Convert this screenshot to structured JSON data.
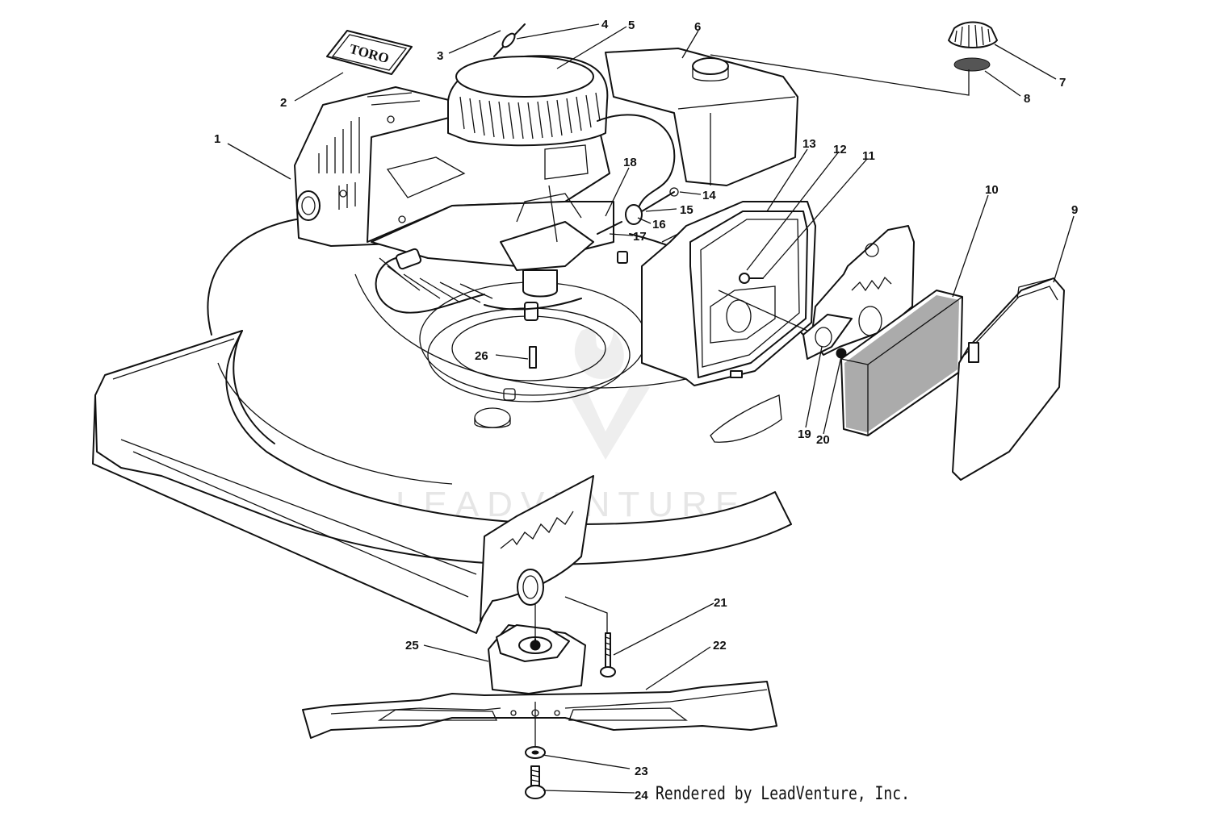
{
  "diagram": {
    "logo_text": "TORO",
    "watermark_text": "LEADVENTURE",
    "credit_text": "Rendered by LeadVenture, Inc.",
    "callouts": [
      {
        "id": "1",
        "label": "1"
      },
      {
        "id": "2",
        "label": "2"
      },
      {
        "id": "3",
        "label": "3"
      },
      {
        "id": "4",
        "label": "4"
      },
      {
        "id": "5",
        "label": "5"
      },
      {
        "id": "6",
        "label": "6"
      },
      {
        "id": "7",
        "label": "7"
      },
      {
        "id": "8",
        "label": "8"
      },
      {
        "id": "9",
        "label": "9"
      },
      {
        "id": "10",
        "label": "10"
      },
      {
        "id": "11",
        "label": "11"
      },
      {
        "id": "12",
        "label": "12"
      },
      {
        "id": "13",
        "label": "13"
      },
      {
        "id": "14",
        "label": "14"
      },
      {
        "id": "15",
        "label": "15"
      },
      {
        "id": "16",
        "label": "16"
      },
      {
        "id": "17",
        "label": "17"
      },
      {
        "id": "18",
        "label": "18"
      },
      {
        "id": "19",
        "label": "19"
      },
      {
        "id": "20",
        "label": "20"
      },
      {
        "id": "21",
        "label": "21"
      },
      {
        "id": "22",
        "label": "22"
      },
      {
        "id": "23",
        "label": "23"
      },
      {
        "id": "24",
        "label": "24"
      },
      {
        "id": "25",
        "label": "25"
      },
      {
        "id": "26",
        "label": "26"
      }
    ]
  }
}
